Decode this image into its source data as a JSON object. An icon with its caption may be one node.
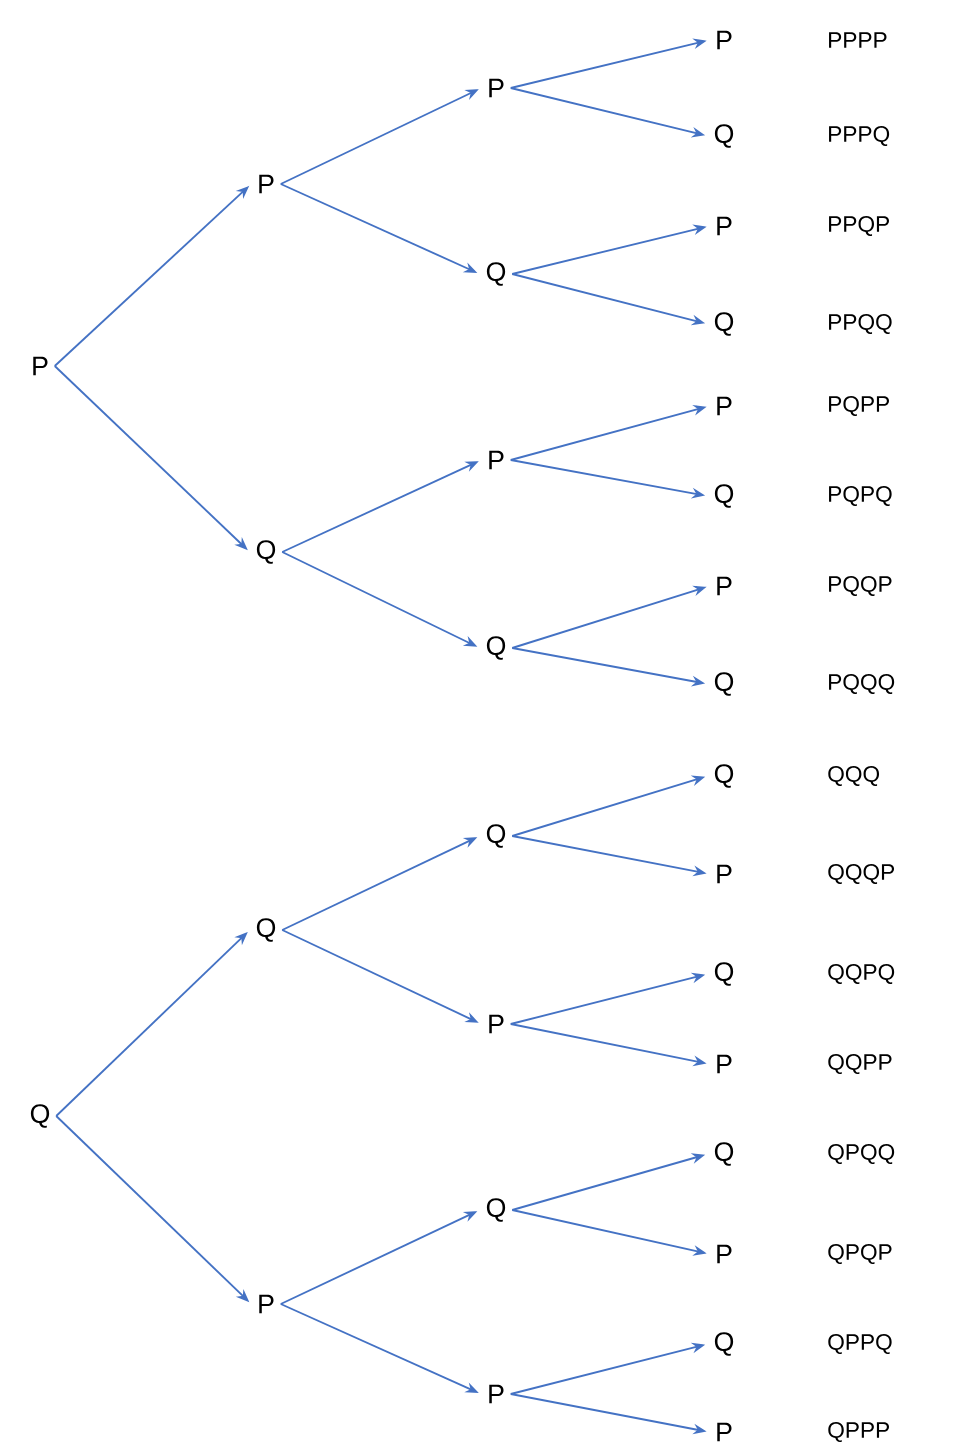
{
  "diagram": {
    "nodes": [
      {
        "text": [
          "P"
        ]
      },
      {
        "text": [
          "P"
        ]
      },
      {
        "text": [
          "Q"
        ]
      },
      {
        "text": [
          "P"
        ]
      },
      {
        "text": [
          "Q"
        ]
      },
      {
        "text": [
          "P"
        ]
      },
      {
        "text": [
          "Q"
        ]
      },
      {
        "text": [
          "P"
        ]
      },
      {
        "text": [
          "Q"
        ]
      },
      {
        "text": [
          "P"
        ]
      },
      {
        "text": [
          "Q"
        ]
      },
      {
        "text": [
          "P"
        ]
      },
      {
        "text": [
          "Q"
        ]
      },
      {
        "text": [
          "P"
        ]
      },
      {
        "text": [
          "Q"
        ]
      },
      {
        "text": [
          "Q"
        ]
      },
      {
        "text": [
          "Q"
        ]
      },
      {
        "text": [
          "P"
        ]
      },
      {
        "text": [
          "Q"
        ]
      },
      {
        "text": [
          "P"
        ]
      },
      {
        "text": [
          "Q"
        ]
      },
      {
        "text": [
          "P"
        ]
      },
      {
        "text": [
          "Q"
        ]
      },
      {
        "text": [
          "P"
        ]
      },
      {
        "text": [
          "Q"
        ]
      },
      {
        "text": [
          "P"
        ]
      },
      {
        "text": [
          "Q"
        ]
      },
      {
        "text": [
          "P"
        ]
      },
      {
        "text": [
          "Q"
        ]
      },
      {
        "text": [
          "P"
        ]
      }
    ],
    "edges": [
      {
        "from": 0,
        "to": 1,
        "arrow": "to"
      },
      {
        "from": 0,
        "to": 2,
        "arrow": "to"
      },
      {
        "from": 1,
        "to": 3,
        "arrow": "to"
      },
      {
        "from": 1,
        "to": 4,
        "arrow": "to"
      },
      {
        "from": 2,
        "to": 5,
        "arrow": "to"
      },
      {
        "from": 2,
        "to": 6,
        "arrow": "to"
      },
      {
        "from": 3,
        "to": 7,
        "arrow": "to"
      },
      {
        "from": 3,
        "to": 8,
        "arrow": "to"
      },
      {
        "from": 4,
        "to": 9,
        "arrow": "to"
      },
      {
        "from": 4,
        "to": 10,
        "arrow": "to"
      },
      {
        "from": 5,
        "to": 11,
        "arrow": "to"
      },
      {
        "from": 5,
        "to": 12,
        "arrow": "to"
      },
      {
        "from": 6,
        "to": 13,
        "arrow": "to"
      },
      {
        "from": 6,
        "to": 14,
        "arrow": "to"
      },
      {
        "from": 15,
        "to": 16,
        "arrow": "to"
      },
      {
        "from": 15,
        "to": 17,
        "arrow": "to"
      },
      {
        "from": 16,
        "to": 18,
        "arrow": "to"
      },
      {
        "from": 16,
        "to": 19,
        "arrow": "to"
      },
      {
        "from": 17,
        "to": 20,
        "arrow": "to"
      },
      {
        "from": 17,
        "to": 21,
        "arrow": "to"
      },
      {
        "from": 18,
        "to": 22,
        "arrow": "to"
      },
      {
        "from": 18,
        "to": 23,
        "arrow": "to"
      },
      {
        "from": 19,
        "to": 24,
        "arrow": "to"
      },
      {
        "from": 19,
        "to": 25,
        "arrow": "to"
      },
      {
        "from": 20,
        "to": 26,
        "arrow": "to"
      },
      {
        "from": 20,
        "to": 27,
        "arrow": "to"
      },
      {
        "from": 21,
        "to": 28,
        "arrow": "to"
      },
      {
        "from": 21,
        "to": 29,
        "arrow": "to"
      }
    ],
    "labels": [
      "PPPP",
      "PPPQ",
      "PPQP",
      "PPQQ",
      "PQPP",
      "PQPQ",
      "PQQP",
      "PQQQ",
      "QQQ",
      "QQQP",
      "QQPQ",
      "QQPP",
      "QPQQ",
      "QPQP",
      "QPPQ",
      "QPPP"
    ]
  }
}
